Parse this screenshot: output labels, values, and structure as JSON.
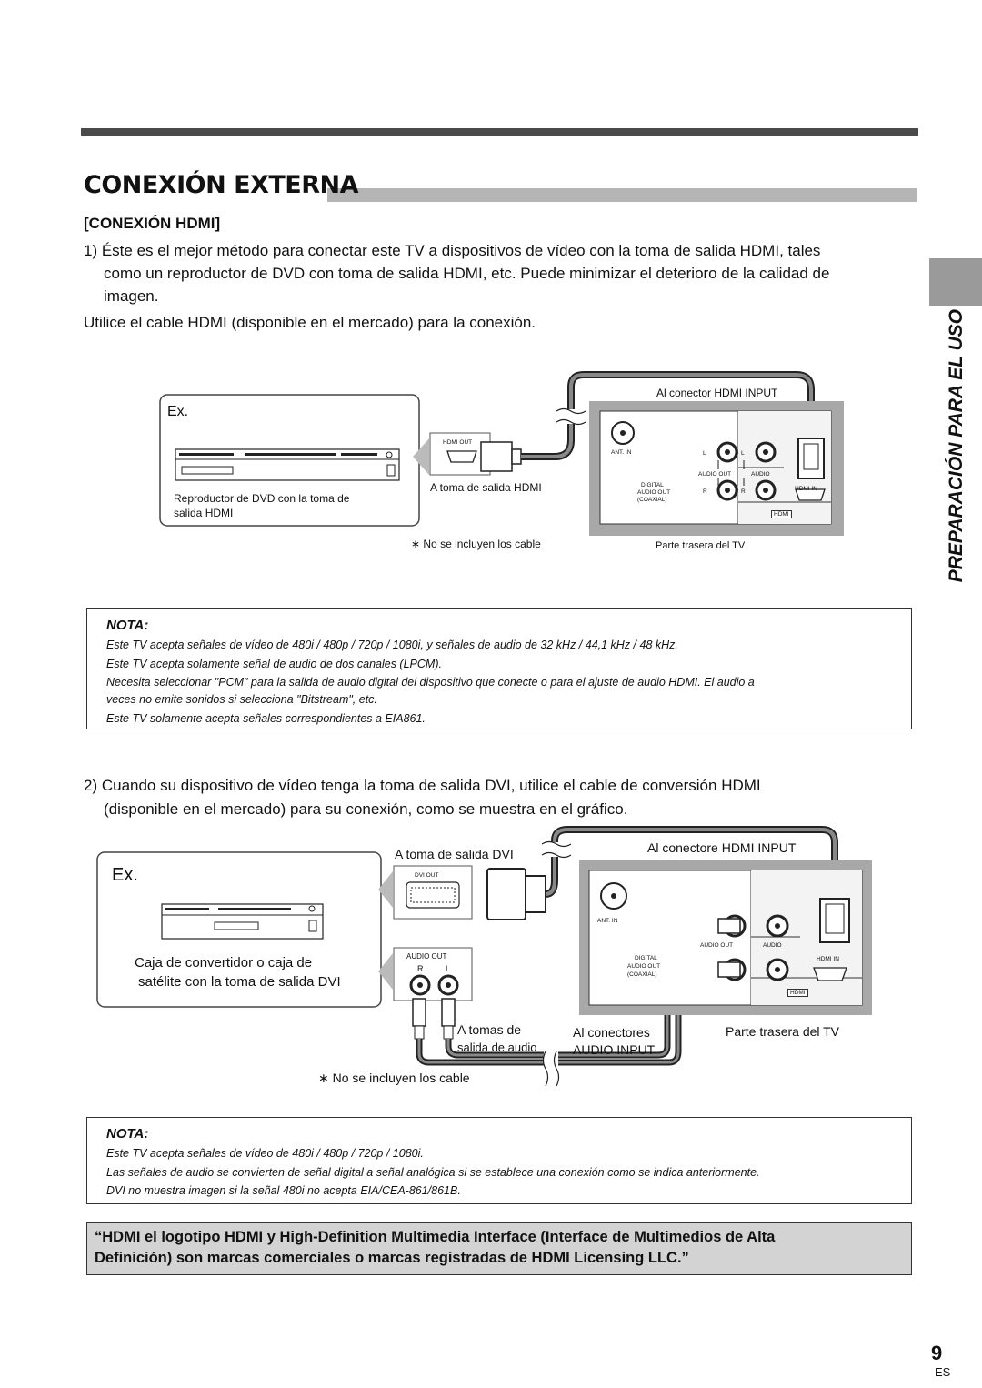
{
  "section_title": "CONEXIÓN EXTERNA",
  "subsection": "[CONEXIÓN HDMI]",
  "side_tab": "PREPARACIÓN PARA EL USO",
  "step1": {
    "line1": "1) Éste es el mejor método para conectar este TV a dispositivos de vídeo con la toma de salida HDMI, tales",
    "line2": "como un reproductor de DVD con toma de salida HDMI, etc. Puede minimizar el deterioro de la calidad de",
    "line3": "imagen.",
    "line4": "Utilice el cable HDMI (disponible en el mercado) para la conexión."
  },
  "diagram1": {
    "ex": "Ex.",
    "device_label_1": "Reproductor de DVD con la toma de",
    "device_label_2": "salida HDMI",
    "hdmi_out": "HDMI OUT",
    "output_label": "A toma de salida HDMI",
    "tv_connector": "Al conector HDMI INPUT",
    "cable_note": "∗ No se incluyen los cable",
    "tv_back": "Parte trasera del TV",
    "ant_in": "ANT. IN",
    "l": "L",
    "r": "R",
    "audio_out": "AUDIO OUT",
    "audio": "AUDIO",
    "digital": "DIGITAL",
    "digital_audio_out": "AUDIO OUT",
    "coaxial": "(COAXIAL)",
    "hdmi_in": "HDMI IN",
    "hdmi": "HDMI"
  },
  "note1": {
    "heading": "NOTA:",
    "lines": [
      "Este TV acepta señales de vídeo de 480i / 480p / 720p / 1080i, y señales de audio de 32 kHz / 44,1 kHz / 48 kHz.",
      "Este TV acepta solamente señal de audio de dos canales (LPCM).",
      "Necesita seleccionar \"PCM\" para la salida de audio digital del dispositivo que conecte o para el ajuste de audio HDMI. El audio a",
      "veces no emite sonidos si selecciona \"Bitstream\", etc.",
      "Este TV solamente acepta señales correspondientes a EIA861."
    ]
  },
  "step2": {
    "line1": "2) Cuando su dispositivo de vídeo tenga la toma de salida DVI, utilice el cable de conversión HDMI",
    "line2": "(disponible en el mercado) para su conexión, como se muestra en el gráfico."
  },
  "diagram2": {
    "ex": "Ex.",
    "device_label_1": "Caja de convertidor o caja de",
    "device_label_2": "satélite con la toma de salida DVI",
    "dvi_label": "A toma de salida DVI",
    "dvi_out": "DVI OUT",
    "audio_out": "AUDIO OUT",
    "r": "R",
    "l": "L",
    "audio_out_label_1": "A tomas de",
    "audio_out_label_2": "salida de audio",
    "audio_in_label_1": "Al conectores",
    "audio_in_label_2": "AUDIO INPUT",
    "tv_connector": "Al conectore HDMI INPUT",
    "tv_back": "Parte trasera del TV",
    "cable_note": "∗ No se incluyen los cable",
    "ant_in": "ANT. IN",
    "tv_audio_out": "AUDIO OUT",
    "tv_audio": "AUDIO",
    "digital": "DIGITAL",
    "digital_audio_out": "AUDIO OUT",
    "coaxial": "(COAXIAL)",
    "hdmi_in": "HDMI IN",
    "hdmi": "HDMI"
  },
  "note2": {
    "heading": "NOTA:",
    "lines": [
      "Este TV acepta señales de vídeo de 480i / 480p / 720p / 1080i.",
      "Las señales de audio se convierten de señal digital a señal analógica si se establece una conexión como se indica anteriormente.",
      "DVI no muestra imagen si la señal 480i no acepta EIA/CEA-861/861B."
    ]
  },
  "trademark": {
    "line1": "“HDMI el logotipo HDMI y High-Definition Multimedia Interface (Interface de Multimedios de Alta",
    "line2": "Definición) son marcas comerciales o marcas registradas de HDMI Licensing LLC.”"
  },
  "page_number": "9",
  "language": "ES"
}
